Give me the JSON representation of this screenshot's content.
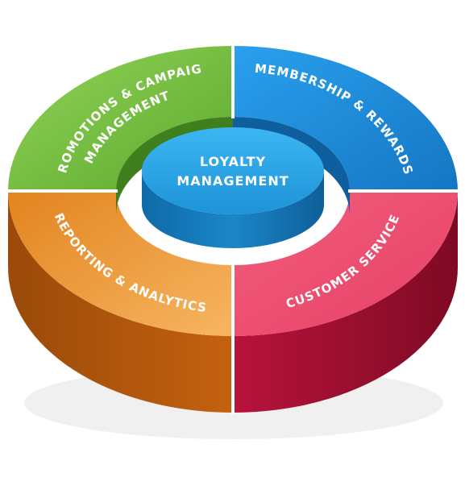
{
  "center": {
    "line1": "LOYALTY",
    "line2": "MANAGEMENT"
  },
  "segments": {
    "promotions": {
      "line1": "PROMOTIONS & CAMPAIGN",
      "line2": "MANAGEMENT"
    },
    "membership": {
      "line1": "MEMBERSHIP & REWARDS"
    },
    "reporting": {
      "line1": "REPORTING & ANALYTICS"
    },
    "customer_service": {
      "line1": "CUSTOMER SERVICE"
    }
  },
  "colors": {
    "green": "#7cc242",
    "blue": "#1f8fd8",
    "orange": "#f0a443",
    "pink": "#ec4f6e",
    "hub": "#22a3e4"
  }
}
